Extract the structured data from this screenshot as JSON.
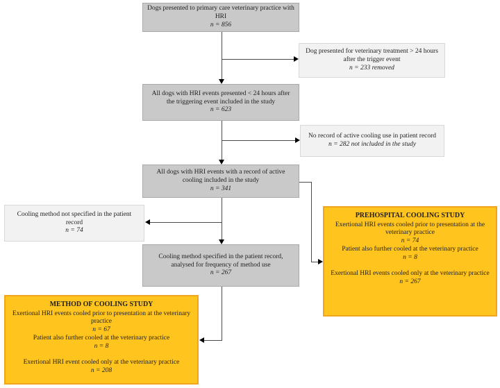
{
  "diagram": {
    "boxes": {
      "top": {
        "text": "Dogs presented to primary care veterinary practice with HRI",
        "n": "n = 856"
      },
      "excluded_late": {
        "text": "Dog presented for veterinary treatment > 24 hours after the trigger event",
        "n": "n = 233 removed"
      },
      "included_24h": {
        "text": "All dogs with HRI events presented < 24 hours after the triggering event included in the study",
        "n": "n = 623"
      },
      "excluded_no_cooling": {
        "text": "No record of active cooling use in patient record",
        "n": "n = 282 not included in the study"
      },
      "active_cooling": {
        "text": "All dogs with HRI events with a record of active cooling included in the study",
        "n": "n = 341"
      },
      "not_specified": {
        "text": "Cooling method not specified in the patient record",
        "n": "n = 74"
      },
      "prehospital": {
        "title": "PREHOSPITAL COOLING STUDY",
        "items": [
          {
            "text": "Exertional HRI events cooled prior to presentation at the veterinary practice",
            "n": "n = 74"
          },
          {
            "text": "Patient also further cooled at the veterinary practice",
            "n": "n = 8"
          },
          {
            "text": "Exertional HRI events cooled only at the veterinary practice",
            "n": "n = 267"
          }
        ]
      },
      "specified": {
        "text": "Cooling method specified in the patient record, analysed for frequency of method use",
        "n": "n = 267"
      },
      "method_of_cooling": {
        "title": "METHOD OF COOLING STUDY",
        "items": [
          {
            "text": "Exertional HRI events cooled prior to presentation at the veterinary practice",
            "n": "n = 67"
          },
          {
            "text": "Patient also further cooled at the veterinary practice",
            "n": "n = 8"
          },
          {
            "text": "Exertional HRI event cooled only at the veterinary practice",
            "n": "n = 208"
          }
        ]
      }
    },
    "colors": {
      "main_fill": "#c9c9c9",
      "main_border": "#a8a8a8",
      "side_fill": "#f2f2f2",
      "side_border": "#d8d8d8",
      "highlight_fill": "#ffc41e",
      "highlight_border": "#efa51c",
      "line": "#4a4a4a"
    }
  }
}
